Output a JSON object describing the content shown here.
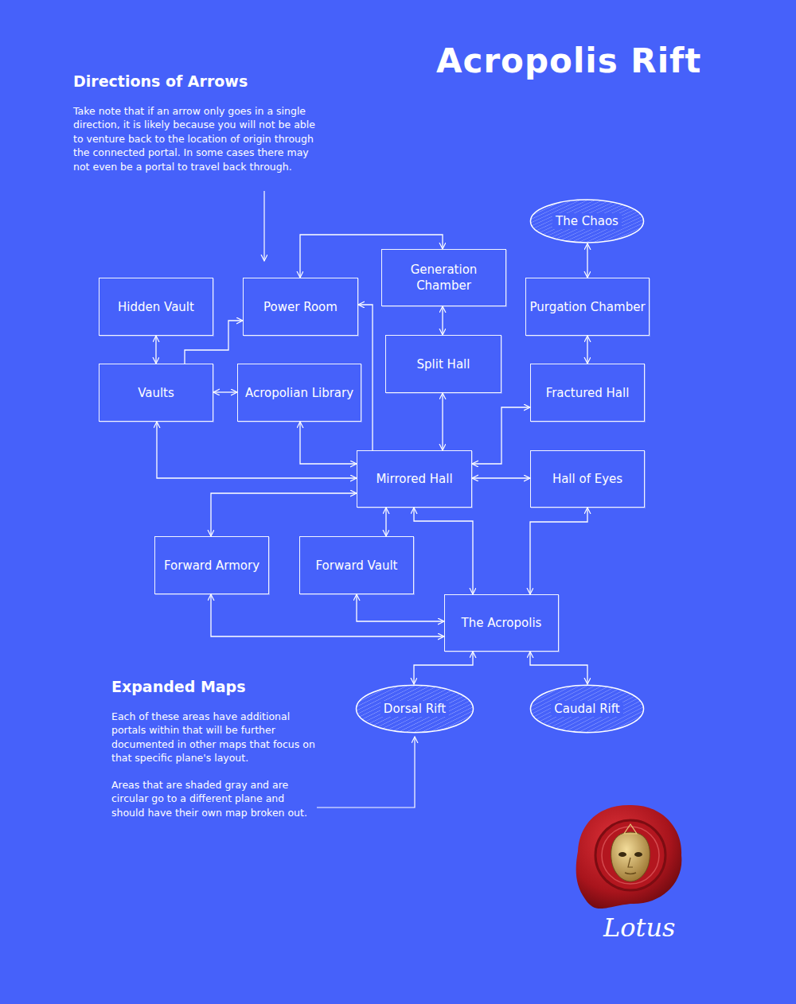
{
  "diagram": {
    "title": "Acropolis Rift",
    "nodes": [
      {
        "text": [
          "The Chaos"
        ]
      },
      {
        "text": [
          "Generation Chamber"
        ]
      },
      {
        "text": [
          "Hidden Vault"
        ]
      },
      {
        "text": [
          "Power Room"
        ]
      },
      {
        "text": [
          "Purgation Chamber"
        ]
      },
      {
        "text": [
          "Split Hall"
        ]
      },
      {
        "text": [
          "Vaults"
        ]
      },
      {
        "text": [
          "Acropolian Library"
        ]
      },
      {
        "text": [
          "Fractured Hall"
        ]
      },
      {
        "text": [
          "Mirrored Hall"
        ]
      },
      {
        "text": [
          "Hall of Eyes"
        ]
      },
      {
        "text": [
          "Forward Armory"
        ]
      },
      {
        "text": [
          "Forward Vault"
        ]
      },
      {
        "text": [
          "The Acropolis"
        ]
      },
      {
        "text": [
          "Dorsal Rift"
        ]
      },
      {
        "text": [
          "Caudal Rift"
        ]
      }
    ],
    "edges": [
      {
        "from": 0,
        "to": 4,
        "arrow": "both"
      },
      {
        "from": 4,
        "to": 8,
        "arrow": "both"
      },
      {
        "from": 1,
        "to": 5,
        "arrow": "both"
      },
      {
        "from": 5,
        "to": 9,
        "arrow": "both"
      },
      {
        "from": 2,
        "to": 6,
        "arrow": "both"
      },
      {
        "from": 6,
        "to": 7,
        "arrow": "both"
      },
      {
        "from": 6,
        "to": 3,
        "arrow": "to"
      },
      {
        "from": 3,
        "to": 1,
        "arrow": "both"
      },
      {
        "from": 9,
        "to": 3,
        "arrow": "to"
      },
      {
        "from": 9,
        "to": 6,
        "arrow": "both"
      },
      {
        "from": 7,
        "to": 9,
        "arrow": "both"
      },
      {
        "from": 9,
        "to": 8,
        "arrow": "both"
      },
      {
        "from": 9,
        "to": 10,
        "arrow": "both"
      },
      {
        "from": 9,
        "to": 11,
        "arrow": "both"
      },
      {
        "from": 9,
        "to": 12,
        "arrow": "both"
      },
      {
        "from": 9,
        "to": 13,
        "arrow": "both"
      },
      {
        "from": 10,
        "to": 13,
        "arrow": "both"
      },
      {
        "from": 11,
        "to": 13,
        "arrow": "both"
      },
      {
        "from": 12,
        "to": 13,
        "arrow": "both"
      },
      {
        "from": 13,
        "to": 14,
        "arrow": "both"
      },
      {
        "from": 13,
        "to": 15,
        "arrow": "both"
      }
    ],
    "labels": [
      "Directions of Arrows",
      "Take note that if an arrow only goes in a single direction, it is likely because you will not be able to venture back to the location of origin through the connected portal. In some cases there may not even be a portal to travel back through.",
      "Expanded Maps",
      "Each of these areas have additional portals within that will be further documented in other maps that focus on that specific plane's layout.",
      "Areas that are shaded gray and are circular go to a different plane and should have their own map broken out.",
      "Lotus"
    ]
  }
}
